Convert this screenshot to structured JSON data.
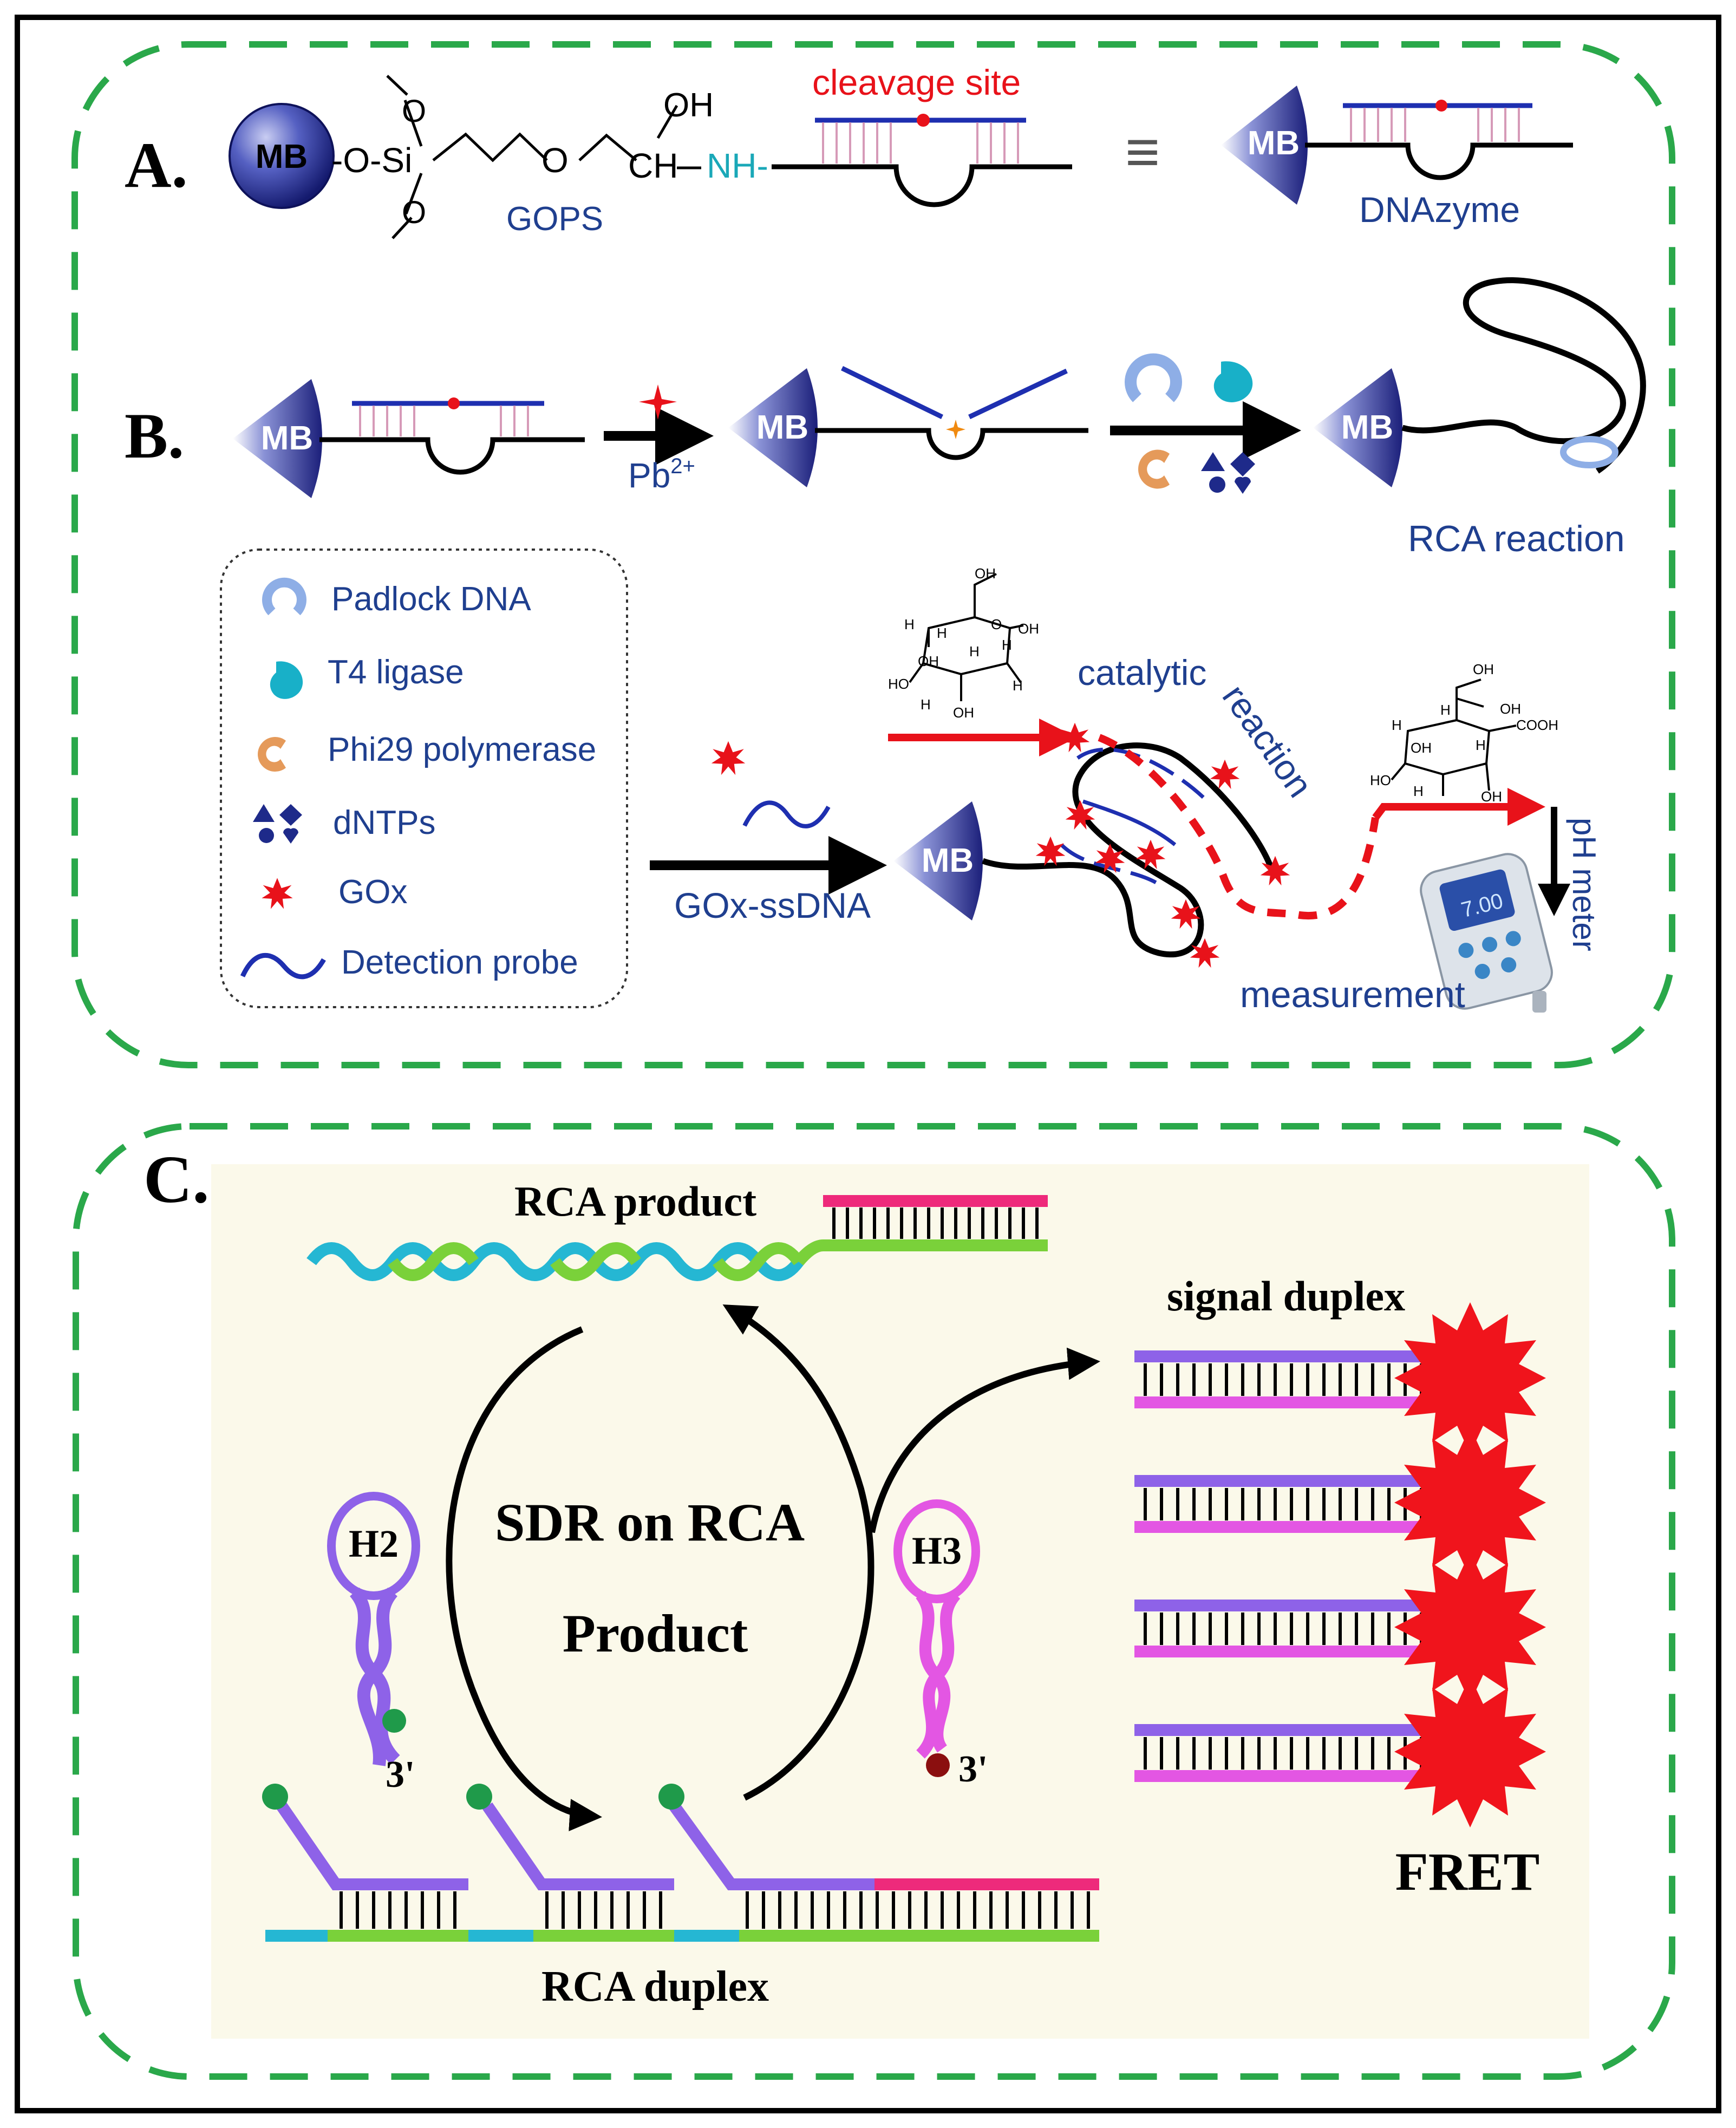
{
  "colors": {
    "frame": "#000000",
    "dashed_border": "#2aa84a",
    "mb_dark": "#1b1f7a",
    "navy_label": "#1f3f8f",
    "red": "#e8121a",
    "pink_tick": "#d69ab8",
    "teal": "#18b0c8",
    "nh_teal": "#1aa8b8",
    "orange": "#e59a5a",
    "panel_c_bg": "#fbf9ea",
    "green": "#7ad13a",
    "cyan": "#25b7d3",
    "magenta": "#ee2a7b",
    "purple": "#8e62e8",
    "pink": "#e356e3",
    "green_dot": "#1f9a4a",
    "dark_red_dot": "#8b0f0f"
  },
  "panel_a": {
    "label": "A.",
    "mb": "MB",
    "o_si": "-O-Si",
    "o_top": "O",
    "o_bottom": "O",
    "o_middle": "O",
    "oh": "OH",
    "ch": "CH",
    "nh": "NH-",
    "gops": "GOPS",
    "cleavage_site": "cleavage site",
    "equiv": "≡",
    "mb_right": "MB",
    "dnazyme": "DNAzyme"
  },
  "panel_b": {
    "label": "B.",
    "mb_1": "MB",
    "mb_2": "MB",
    "mb_3": "MB",
    "mb_4": "MB",
    "pb": "Pb",
    "pb_sup": "2+",
    "rca_reaction": "RCA reaction",
    "legend": [
      {
        "icon": "padlock-icon",
        "label": "Padlock DNA"
      },
      {
        "icon": "t4-ligase-icon",
        "label": "T4 ligase"
      },
      {
        "icon": "phi29-icon",
        "label": "Phi29 polymerase"
      },
      {
        "icon": "dntps-icon",
        "label": "dNTPs"
      },
      {
        "icon": "gox-icon",
        "label": "GOx"
      },
      {
        "icon": "probe-icon",
        "label": "Detection probe"
      }
    ],
    "gox_ssdna": "GOx-ssDNA",
    "catalytic": "catalytic",
    "reaction": "reaction",
    "measurement": "measurement",
    "ph_meter": "pH meter",
    "meter_display": "7.00",
    "glucose_atoms": {
      "oh_top": "OH",
      "o_ring": "O",
      "oh_right": "OH",
      "h1": "H",
      "h2": "H",
      "oh_in": "OH",
      "h3": "H",
      "ho": "HO",
      "h4": "H",
      "h5": "H",
      "h6": "H",
      "oh_bottom": "OH"
    },
    "gluconic_atoms": {
      "oh_top": "OH",
      "oh_mid": "OH",
      "h1": "H",
      "h2": "H",
      "oh_in": "OH",
      "h3": "H",
      "cooh": "COOH",
      "ho": "HO",
      "h4": "H",
      "oh_bottom": "OH"
    }
  },
  "panel_c": {
    "label": "C.",
    "rca_product": "RCA product",
    "signal_duplex": "signal duplex",
    "sdr_line1": "SDR on RCA",
    "sdr_line2": "Product",
    "h2": "H2",
    "h3": "H3",
    "three_prime_1": "3'",
    "three_prime_2": "3'",
    "rca_duplex": "RCA duplex",
    "fret": "FRET"
  }
}
